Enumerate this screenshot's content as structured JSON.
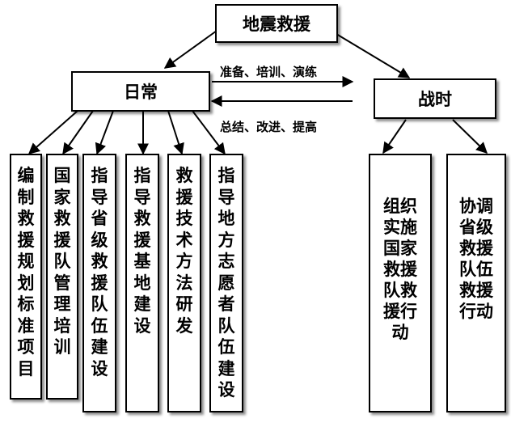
{
  "nodes": {
    "root": "地震救援",
    "daily": "日常",
    "wartime": "战时",
    "daily_items": [
      "编制救援规划标准项目",
      "国家救援队管理培训",
      "指导省级救援队伍建设",
      "指导救援基地建设",
      "救援技术方法研发",
      "指导地方志愿者队伍建设"
    ],
    "wartime_items": [
      "组织实施国家救援队救援行动",
      "协调省级救援队伍救援行动"
    ]
  },
  "edge_labels": {
    "forward": "准备、培训、演练",
    "backward": "总结、改进、提高"
  }
}
